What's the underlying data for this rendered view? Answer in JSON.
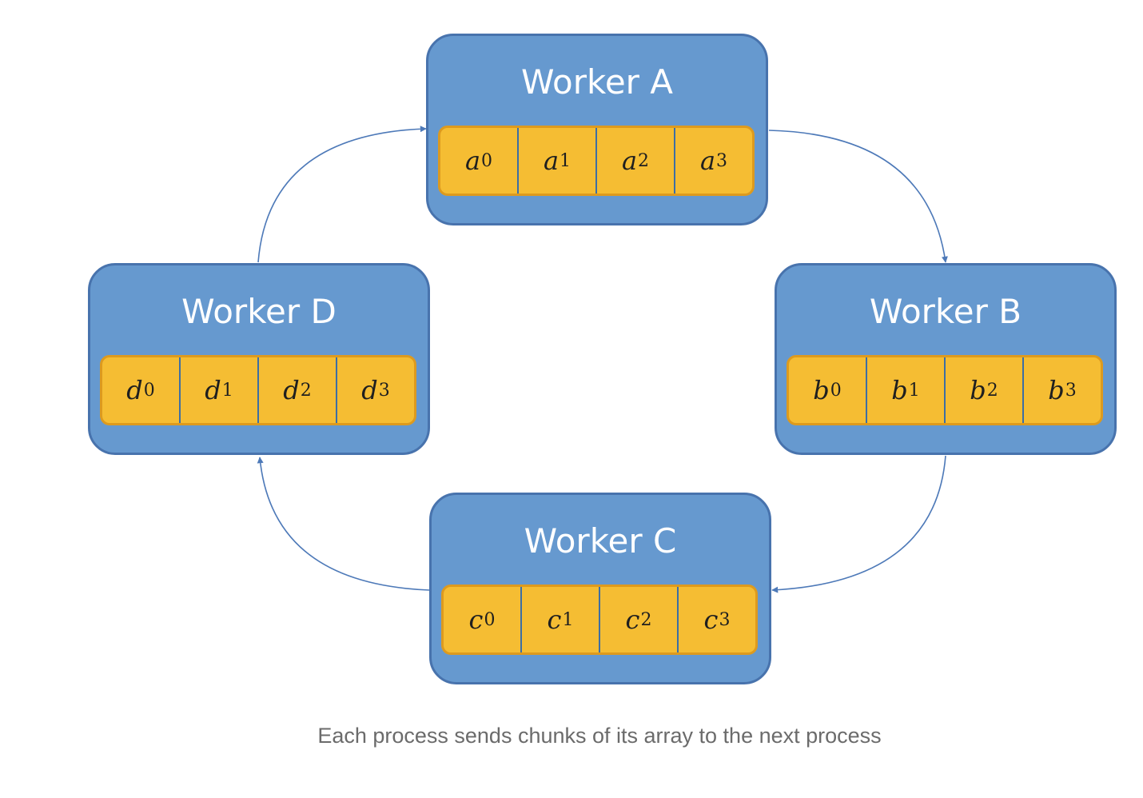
{
  "workers": [
    {
      "id": "a",
      "title": "Worker A",
      "chunks": [
        {
          "base": "a",
          "sub": "0"
        },
        {
          "base": "a",
          "sub": "1"
        },
        {
          "base": "a",
          "sub": "2"
        },
        {
          "base": "a",
          "sub": "3"
        }
      ]
    },
    {
      "id": "b",
      "title": "Worker B",
      "chunks": [
        {
          "base": "b",
          "sub": "0"
        },
        {
          "base": "b",
          "sub": "1"
        },
        {
          "base": "b",
          "sub": "2"
        },
        {
          "base": "b",
          "sub": "3"
        }
      ]
    },
    {
      "id": "c",
      "title": "Worker C",
      "chunks": [
        {
          "base": "c",
          "sub": "0"
        },
        {
          "base": "c",
          "sub": "1"
        },
        {
          "base": "c",
          "sub": "2"
        },
        {
          "base": "c",
          "sub": "3"
        }
      ]
    },
    {
      "id": "d",
      "title": "Worker D",
      "chunks": [
        {
          "base": "d",
          "sub": "0"
        },
        {
          "base": "d",
          "sub": "1"
        },
        {
          "base": "d",
          "sub": "2"
        },
        {
          "base": "d",
          "sub": "3"
        }
      ]
    }
  ],
  "arrows": [
    {
      "from": "Worker A",
      "to": "Worker B"
    },
    {
      "from": "Worker B",
      "to": "Worker C"
    },
    {
      "from": "Worker C",
      "to": "Worker D"
    },
    {
      "from": "Worker D",
      "to": "Worker A"
    }
  ],
  "caption": "Each process sends chunks of its array to the next process",
  "colors": {
    "worker_fill": "#6699cf",
    "worker_border": "#4873ad",
    "chunk_fill": "#f5bd33",
    "arrow": "#4d79b8"
  }
}
